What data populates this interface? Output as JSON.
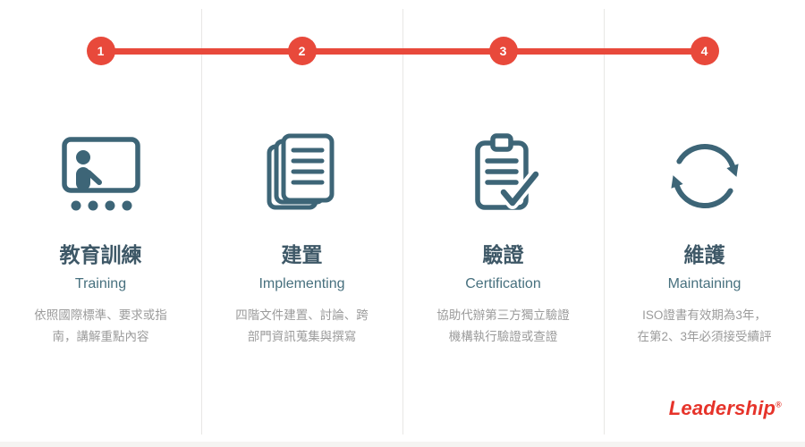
{
  "timeline": {
    "shape": "horizontal-line-with-numbered-circles"
  },
  "steps": [
    {
      "number": "1",
      "icon": "training-presentation-icon",
      "title": "教育訓練",
      "subtitle": "Training",
      "description": "依照國際標準、要求或指南，講解重點內容"
    },
    {
      "number": "2",
      "icon": "documents-icon",
      "title": "建置",
      "subtitle": "Implementing",
      "description": "四階文件建置、討論、跨部門資訊蒐集與撰寫"
    },
    {
      "number": "3",
      "icon": "clipboard-check-icon",
      "title": "驗證",
      "subtitle": "Certification",
      "description": "協助代辦第三方獨立驗證機構執行驗證或查證"
    },
    {
      "number": "4",
      "icon": "cycle-arrows-icon",
      "title": "維護",
      "subtitle": "Maintaining",
      "description": "ISO證書有效期為3年，在第2、3年必須接受續評"
    }
  ],
  "logo": {
    "text": "Leadership",
    "mark": "®"
  },
  "colors": {
    "accent": "#e8493b",
    "icon": "#3d6577",
    "title": "#3e5867",
    "subtitle": "#47707e",
    "desc": "#9b9b9b",
    "divider": "#e8e7e5",
    "logo": "#e6332a"
  }
}
